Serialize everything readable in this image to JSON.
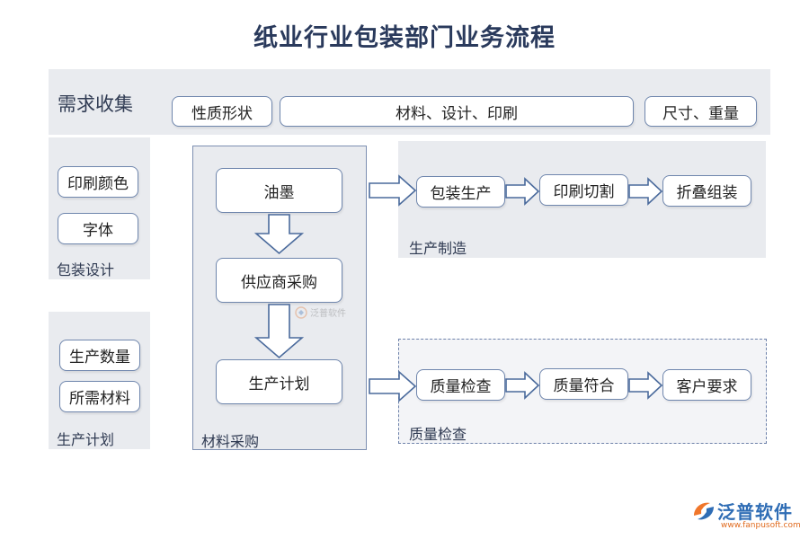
{
  "title": "纸业行业包装部门业务流程",
  "demand": {
    "label": "需求收集",
    "items": [
      "性质形状",
      "材料、设计、印刷",
      "尺寸、重量"
    ]
  },
  "package_design": {
    "label": "包装设计",
    "items": [
      "印刷颜色",
      "字体"
    ]
  },
  "production_plan": {
    "label": "生产计划",
    "items": [
      "生产数量",
      "所需材料"
    ]
  },
  "material_purchase": {
    "label": "材料采购",
    "steps": [
      "油墨",
      "供应商采购",
      "生产计划"
    ]
  },
  "manufacturing": {
    "label": "生产制造",
    "steps": [
      "包装生产",
      "印刷切割",
      "折叠组装"
    ]
  },
  "quality": {
    "label": "质量检查",
    "steps": [
      "质量检查",
      "质量符合",
      "客户要求"
    ]
  },
  "watermark": {
    "text": "泛普软件"
  },
  "logo": {
    "name": "泛普软件",
    "url": "www.fanpusoft.com"
  },
  "colors": {
    "band": "#e9ebef",
    "border": "#6f86ad",
    "arrow": "#4a6a9c",
    "logo_orange": "#f0762a",
    "logo_blue": "#2f6db5"
  }
}
